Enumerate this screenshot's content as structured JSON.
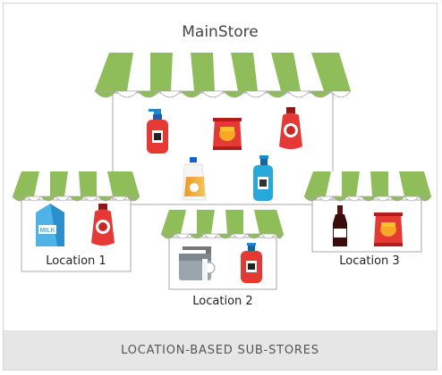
{
  "main_store": {
    "title": "MainStore"
  },
  "locations": [
    {
      "label": "Location 1"
    },
    {
      "label": "Location 2"
    },
    {
      "label": "Location 3"
    }
  ],
  "footer": {
    "text": "LOCATION-BASED  SUB-STORES"
  },
  "colors": {
    "awning_green": "#8fbd5a",
    "awning_white": "#ffffff",
    "outline": "#a8a8a8"
  }
}
